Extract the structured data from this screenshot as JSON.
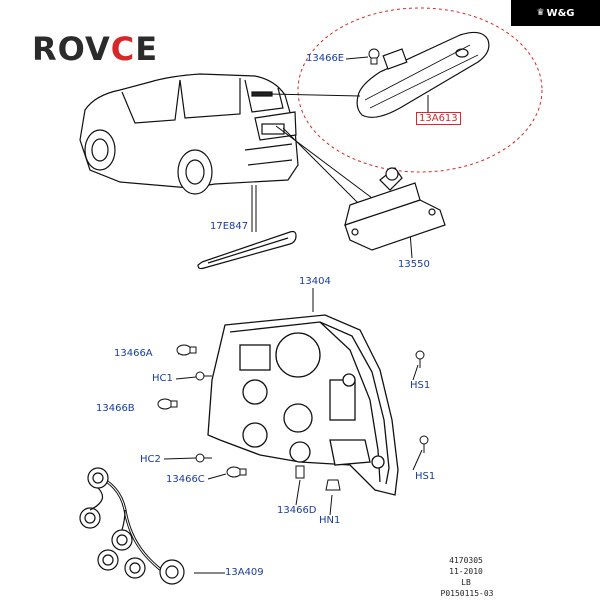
{
  "brand": {
    "badge_text": "W&G",
    "logo_main": "ROV",
    "logo_accent": "C",
    "logo_end": "E"
  },
  "callouts": {
    "c_13466E": "13466E",
    "c_13A613": "13A613",
    "c_17E847": "17E847",
    "c_13550": "13550",
    "c_13404": "13404",
    "c_13466A": "13466A",
    "c_HC1": "HC1",
    "c_13466B": "13466B",
    "c_HC2": "HC2",
    "c_13466C": "13466C",
    "c_13466D": "13466D",
    "c_HN1": "HN1",
    "c_HS1_top": "HS1",
    "c_HS1_bottom": "HS1",
    "c_13A409": "13A409"
  },
  "reference": {
    "line1": "4170305",
    "line2": "11-2010",
    "line3": "LB",
    "line4": "P0150115-03"
  },
  "colors": {
    "label_blue": "#1a3d9e",
    "accent_red": "#d62828",
    "line_ink": "#111111"
  }
}
